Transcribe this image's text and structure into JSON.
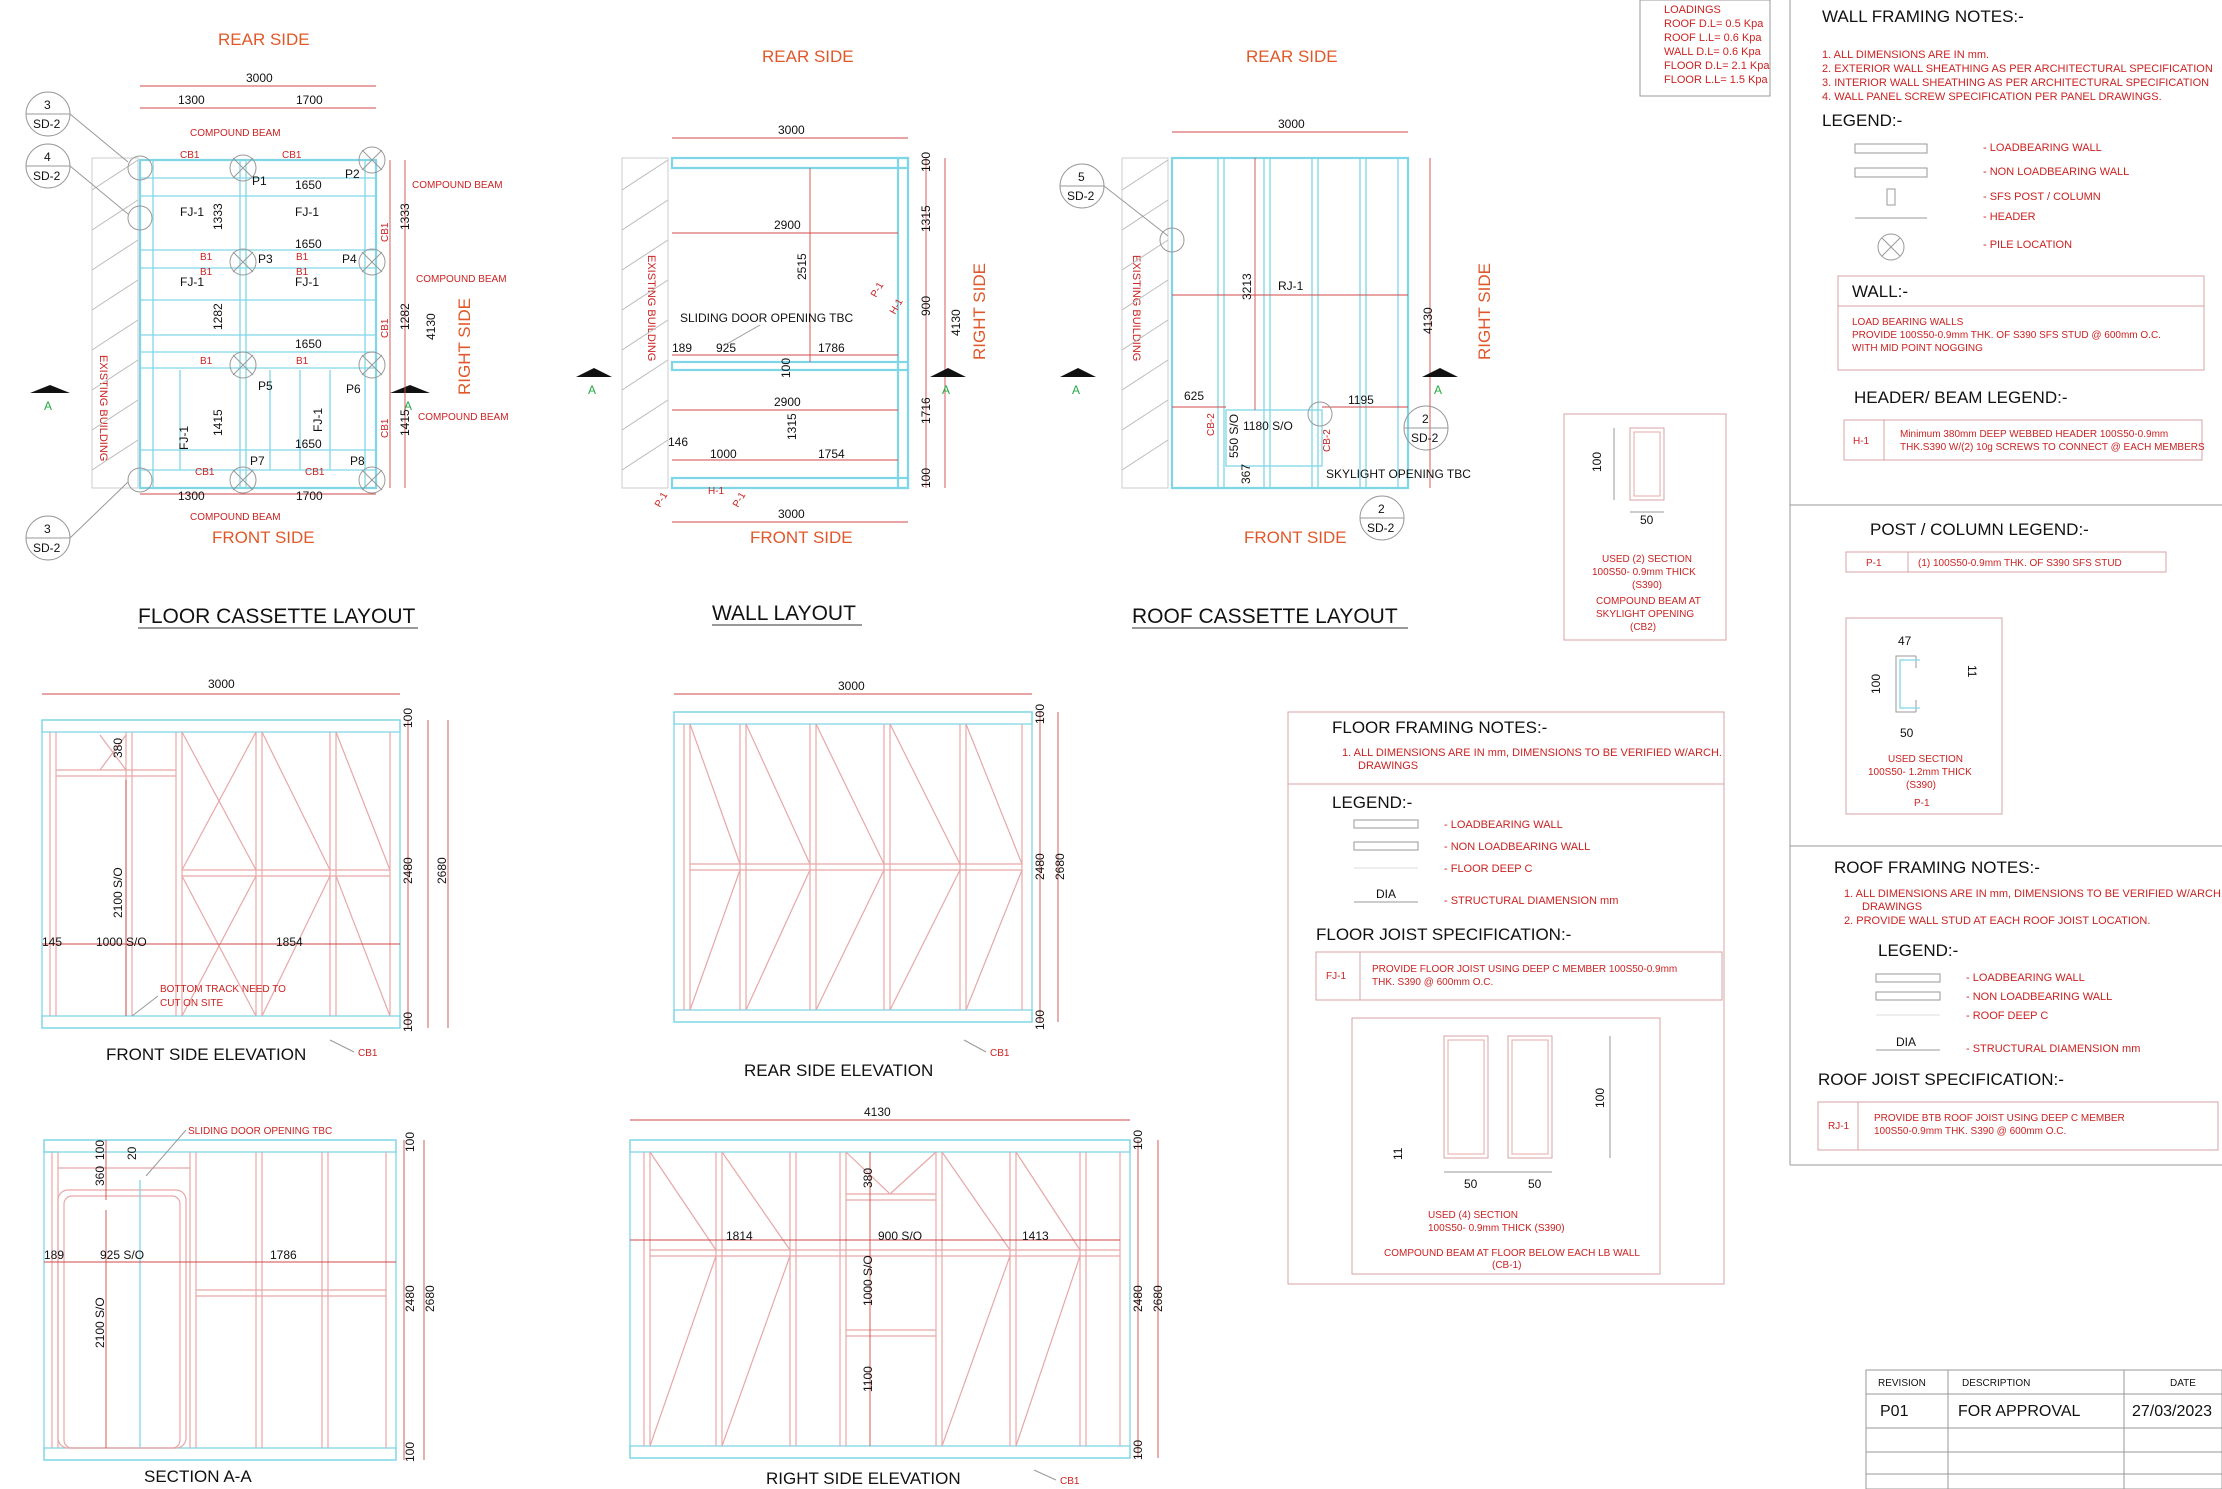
{
  "loadings": {
    "title": "LOADINGS",
    "lines": [
      "ROOF D.L= 0.5 Kpa",
      "ROOF L.L= 0.6 Kpa",
      "WALL D.L= 0.6 Kpa",
      "FLOOR D.L= 2.1 Kpa",
      "FLOOR L.L= 1.5 Kpa"
    ]
  },
  "wall_framing_notes": {
    "title": "WALL FRAMING NOTES:-",
    "notes": [
      "1.  ALL DIMENSIONS ARE IN mm.",
      "2.  EXTERIOR WALL SHEATHING AS PER ARCHITECTURAL SPECIFICATION",
      "3.  INTERIOR WALL SHEATHING AS PER ARCHITECTURAL SPECIFICATION",
      "4.  WALL PANEL SCREW SPECIFICATION PER PANEL DRAWINGS."
    ],
    "legend_title": "LEGEND:-",
    "legend": [
      "- LOADBEARING WALL",
      "- NON LOADBEARING WALL",
      "- SFS POST / COLUMN",
      "- HEADER",
      "- PILE LOCATION"
    ],
    "wall_title": "WALL:-",
    "wall_text": [
      "LOAD BEARING WALLS",
      "PROVIDE 100S50-0.9mm THK. OF S390  SFS STUD  @ 600mm O.C.",
      "WITH MID POINT NOGGING"
    ],
    "header_title": "HEADER/  BEAM LEGEND:-",
    "header_code": "H-1",
    "header_text": [
      "Minimum 380mm DEEP WEBBED HEADER 100S50-0.9mm",
      "THK.S390 W/(2) 10g SCREWS TO CONNECT @ EACH MEMBERS"
    ],
    "post_title": "POST / COLUMN LEGEND:-",
    "post_code": "P-1",
    "post_text": "(1) 100S50-0.9mm THK. OF S390  SFS STUD",
    "post_section": [
      "USED SECTION",
      "100S50- 1.2mm THICK",
      "(S390)",
      "P-1"
    ],
    "post_dims": [
      "47",
      "11",
      "100",
      "50"
    ]
  },
  "cb2_detail": {
    "dims": [
      "100",
      "50"
    ],
    "lines": [
      "USED (2) SECTION",
      "100S50- 0.9mm THICK",
      "(S390)",
      "COMPOUND BEAM AT",
      "SKYLIGHT OPENING",
      "(CB2)"
    ]
  },
  "floor_framing_notes": {
    "title": "FLOOR FRAMING NOTES:-",
    "notes": [
      "1.  ALL DIMENSIONS ARE IN mm, DIMENSIONS TO BE VERIFIED W/ARCH.",
      "DRAWINGS"
    ],
    "legend_title": "LEGEND:-",
    "legend": [
      "- LOADBEARING WALL",
      "- NON LOADBEARING WALL",
      "- FLOOR DEEP C",
      "- STRUCTURAL DIAMENSION mm"
    ],
    "dia": "DIA",
    "joist_title": "FLOOR JOIST  SPECIFICATION:-",
    "joist_code": "FJ-1",
    "joist_text": [
      "PROVIDE  FLOOR JOIST USING DEEP C MEMBER 100S50-0.9mm",
      "THK. S390 @ 600mm O.C."
    ],
    "cb1_dims": [
      "100",
      "11",
      "50",
      "50"
    ],
    "cb1_lines": [
      "USED (4) SECTION",
      "100S50- 0.9mm THICK (S390)",
      "COMPOUND BEAM AT FLOOR BELOW EACH LB WALL",
      "(CB-1)"
    ]
  },
  "roof_framing_notes": {
    "title": "ROOF FRAMING NOTES:-",
    "notes": [
      "1.  ALL DIMENSIONS ARE IN mm, DIMENSIONS TO BE VERIFIED W/ARCH.",
      "DRAWINGS",
      "2. PROVIDE WALL STUD AT EACH ROOF JOIST LOCATION."
    ],
    "legend_title": "LEGEND:-",
    "legend": [
      "- LOADBEARING WALL",
      "- NON LOADBEARING WALL",
      "- ROOF DEEP C",
      "- STRUCTURAL DIAMENSION mm"
    ],
    "dia": "DIA",
    "joist_title": "ROOF JOIST  SPECIFICATION:-",
    "joist_code": "RJ-1",
    "joist_text": [
      "PROVIDE  BTB ROOF JOIST USING DEEP C MEMBER",
      "100S50-0.9mm THK. S390 @ 600mm O.C."
    ]
  },
  "revision": {
    "headers": [
      "REVISION",
      "DESCRIPTION",
      "DATE"
    ],
    "rows": [
      [
        "P01",
        "FOR APPROVAL",
        "27/03/2023"
      ]
    ]
  },
  "floor_cassette": {
    "title": "FLOOR CASSETTE LAYOUT",
    "rear": "REAR SIDE",
    "front": "FRONT SIDE",
    "right": "RIGHT SIDE",
    "existing": "EXISTING BUILDING",
    "section_mark": "A",
    "callouts": [
      [
        "3",
        "SD-2"
      ],
      [
        "4",
        "SD-2"
      ],
      [
        "3",
        "SD-2"
      ]
    ],
    "dims": [
      "3000",
      "1300",
      "1700",
      "1650",
      "1650",
      "1650",
      "1650",
      "1300",
      "1700",
      "1333",
      "1282",
      "1415",
      "1333",
      "1282",
      "1415",
      "4130"
    ],
    "labels": [
      "COMPOUND BEAM",
      "COMPOUND BEAM",
      "COMPOUND BEAM",
      "COMPOUND BEAM",
      "COMPOUND BEAM",
      "CB1",
      "CB1",
      "CB1",
      "CB1",
      "CB1",
      "CB1",
      "CB1",
      "B1",
      "B1",
      "B1",
      "B1",
      "B1",
      "B1"
    ],
    "joists": [
      "FJ-1",
      "FJ-1",
      "FJ-1",
      "FJ-1",
      "FJ-1",
      "FJ-1"
    ],
    "posts": [
      "P1",
      "P2",
      "P3",
      "P4",
      "P5",
      "P6",
      "P7",
      "P8"
    ]
  },
  "wall_layout": {
    "title": "WALL LAYOUT",
    "rear": "REAR SIDE",
    "front": "FRONT SIDE",
    "right": "RIGHT SIDE",
    "existing": "EXISTING BUILDING",
    "section_mark": "A",
    "door": "SLIDING DOOR OPENING TBC",
    "dims": [
      "3000",
      "2900",
      "2515",
      "189",
      "925",
      "1786",
      "2900",
      "146",
      "1000",
      "1754",
      "3000",
      "100",
      "1315",
      "900",
      "4130",
      "100",
      "1716",
      "1315",
      "100"
    ],
    "labels": [
      "P-1",
      "H-1",
      "P-1",
      "H-1",
      "P-1"
    ]
  },
  "roof_cassette": {
    "title": "ROOF CASSETTE  LAYOUT",
    "rear": "REAR SIDE",
    "front": "FRONT SIDE",
    "right": "RIGHT SIDE",
    "existing": "EXISTING BUILDING",
    "section_mark": "A",
    "callouts": [
      [
        "5",
        "SD-2"
      ],
      [
        "2",
        "SD-2"
      ],
      [
        "2",
        "SD-2"
      ]
    ],
    "skylight": "SKYLIGHT OPENING TBC",
    "dims": [
      "3000",
      "3213",
      "4130",
      "625",
      "1195",
      "1180 S/O",
      "550 S/O",
      "367"
    ],
    "labels": [
      "RJ-1",
      "CB-2",
      "CB-2"
    ]
  },
  "front_elev": {
    "title": "FRONT SIDE ELEVATION",
    "dims": [
      "3000",
      "380",
      "2100 S/O",
      "145",
      "1000 S/O",
      "1854",
      "100",
      "2480",
      "2680",
      "100"
    ],
    "note": [
      "BOTTOM TRACK NEED TO",
      "CUT ON SITE"
    ],
    "cb": "CB1"
  },
  "rear_elev": {
    "title": "REAR SIDE ELEVATION",
    "dims": [
      "3000",
      "100",
      "2480",
      "2680",
      "100"
    ],
    "cb": "CB1"
  },
  "section_aa": {
    "title": "SECTION  A-A",
    "door": "SLIDING DOOR OPENING TBC",
    "dims": [
      "100",
      "360",
      "20",
      "189",
      "925 S/O",
      "1786",
      "2100 S/O",
      "100",
      "2480",
      "2680",
      "100"
    ]
  },
  "right_elev": {
    "title": "RIGHT SIDE ELEVATION",
    "dims": [
      "4130",
      "380",
      "1814",
      "900 S/O",
      "1413",
      "1000 S/O",
      "1100",
      "100",
      "2480",
      "2680",
      "100"
    ],
    "cb": "CB1"
  }
}
